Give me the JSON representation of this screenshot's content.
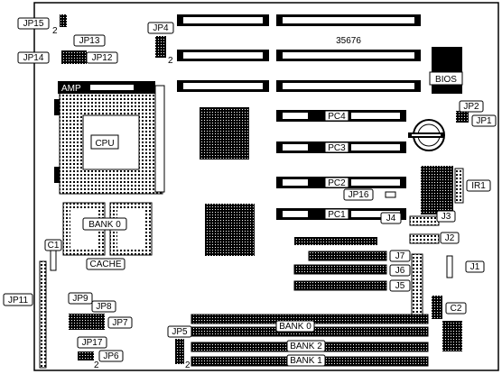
{
  "labels": {
    "jp15": "JP15",
    "jp15_pin": "2",
    "jp13": "JP13",
    "jp14": "JP14",
    "jp12": "JP12",
    "jp4": "JP4",
    "jp4_pin": "2",
    "board_number": "35676",
    "bios": "BIOS",
    "amp": "AMP",
    "cpu": "CPU",
    "jp2": "JP2",
    "jp1": "JP1",
    "pc4": "PC4",
    "pc3": "PC3",
    "pc2": "PC2",
    "pc1": "PC1",
    "jp16": "JP16",
    "ir1": "IR1",
    "bank0_cache": "BANK 0",
    "cache": "CACHE",
    "c1": "C1",
    "j3": "J3",
    "j4": "J4",
    "j2": "J2",
    "j7": "J7",
    "j6": "J6",
    "j5": "J5",
    "j1": "J1",
    "jp11": "JP11",
    "jp9": "JP9",
    "jp8": "JP8",
    "jp7": "JP7",
    "jp17": "JP17",
    "jp6": "JP6",
    "jp6_pin": "2",
    "c2": "C2",
    "jp5": "JP5",
    "jp5_pin": "2",
    "simm_bank0": "BANK 0",
    "simm_bank2": "BANK 2",
    "simm_bank1": "BANK 1"
  }
}
